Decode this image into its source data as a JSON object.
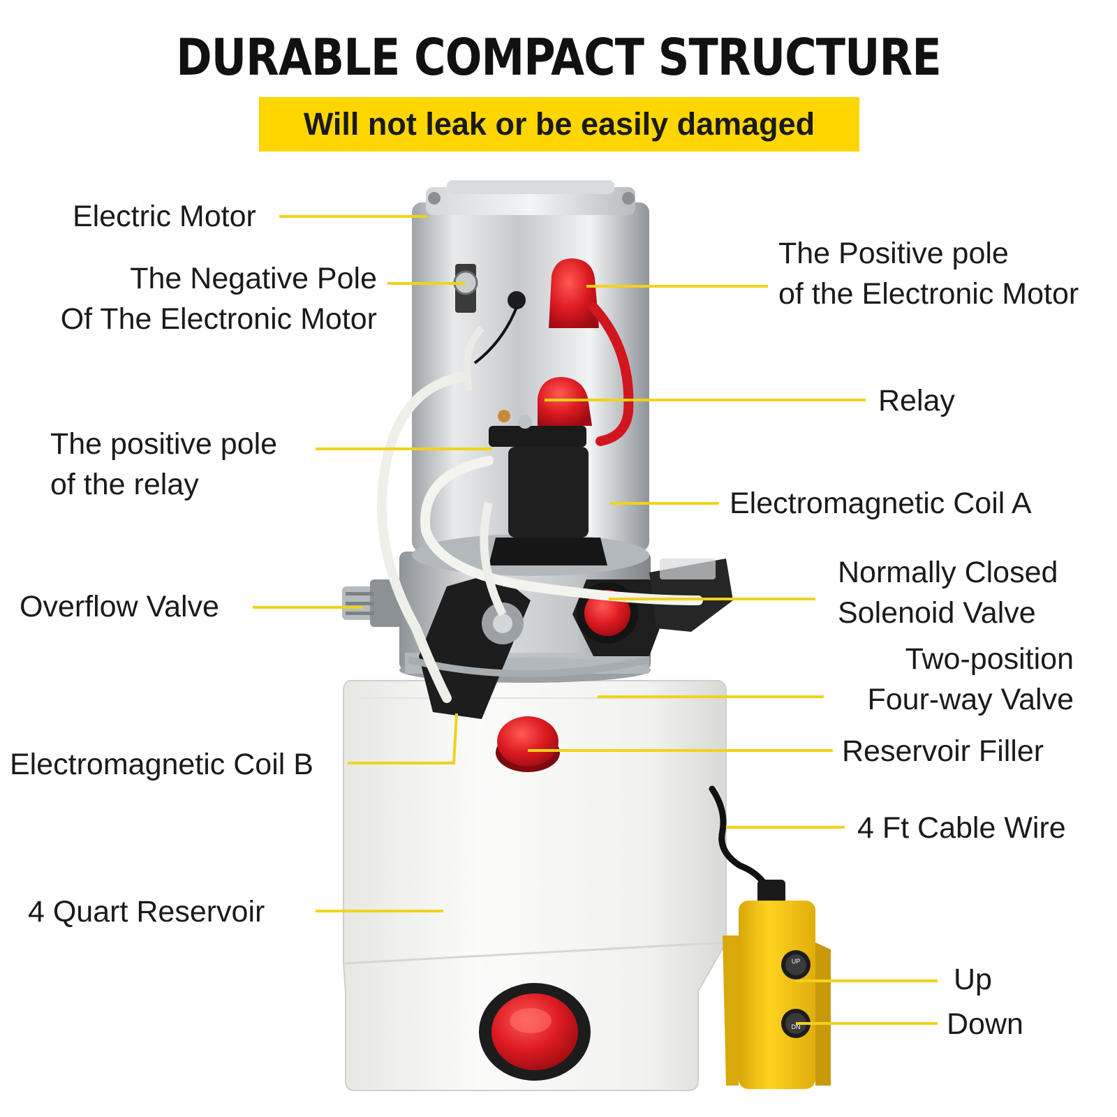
{
  "headline": "DURABLE COMPACT STRUCTURE",
  "banner": "Will not leak or be easily damaged",
  "colors": {
    "banner_yellow": "#FFD600",
    "leader_yellow": "#F2D21B",
    "cap_red": "#D9161E",
    "pendant_yellow": "#F5C518",
    "motor_silver": "#C8CBCE",
    "reservoir_white": "#F4F4F2"
  },
  "labels": {
    "electric_motor": "Electric Motor",
    "negative_pole": [
      "The Negative Pole",
      "Of The Electronic Motor"
    ],
    "positive_pole_motor": [
      "The Positive pole",
      "of the Electronic Motor"
    ],
    "relay": "Relay",
    "positive_pole_relay": [
      "The positive pole",
      "of the relay"
    ],
    "coil_a": "Electromagnetic Coil A",
    "overflow_valve": "Overflow Valve",
    "solenoid_valve": [
      "Normally Closed",
      "Solenoid Valve"
    ],
    "four_way_valve": [
      "Two-position",
      "Four-way Valve"
    ],
    "coil_b": "Electromagnetic Coil B",
    "reservoir_filler": "Reservoir Filler",
    "cable_wire": "4 Ft Cable Wire",
    "reservoir": "4 Quart Reservoir",
    "up": "Up",
    "down": "Down"
  },
  "button_marks": {
    "up": "UP",
    "down": "DN"
  }
}
